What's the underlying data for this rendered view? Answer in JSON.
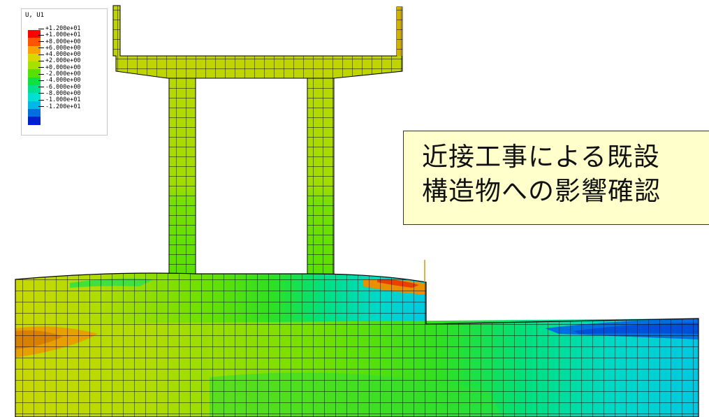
{
  "legend": {
    "title": "U, U1",
    "labels": [
      "+1.200e+01",
      "+1.000e+01",
      "+8.000e+00",
      "+6.000e+00",
      "+4.000e+00",
      "+2.000e+00",
      "+0.000e+00",
      "-2.000e+00",
      "-4.000e+00",
      "-6.000e+00",
      "-8.000e+00",
      "-1.000e+01",
      "-1.200e+01"
    ],
    "colors": [
      "#ff0000",
      "#ff5500",
      "#ffa000",
      "#d8d800",
      "#a8e000",
      "#58e000",
      "#10e040",
      "#00e090",
      "#00e0d0",
      "#00b8e8",
      "#0070e0",
      "#0020d0"
    ]
  },
  "callout": {
    "line1": "近接工事による既設",
    "line2": "構造物への影響確認"
  }
}
